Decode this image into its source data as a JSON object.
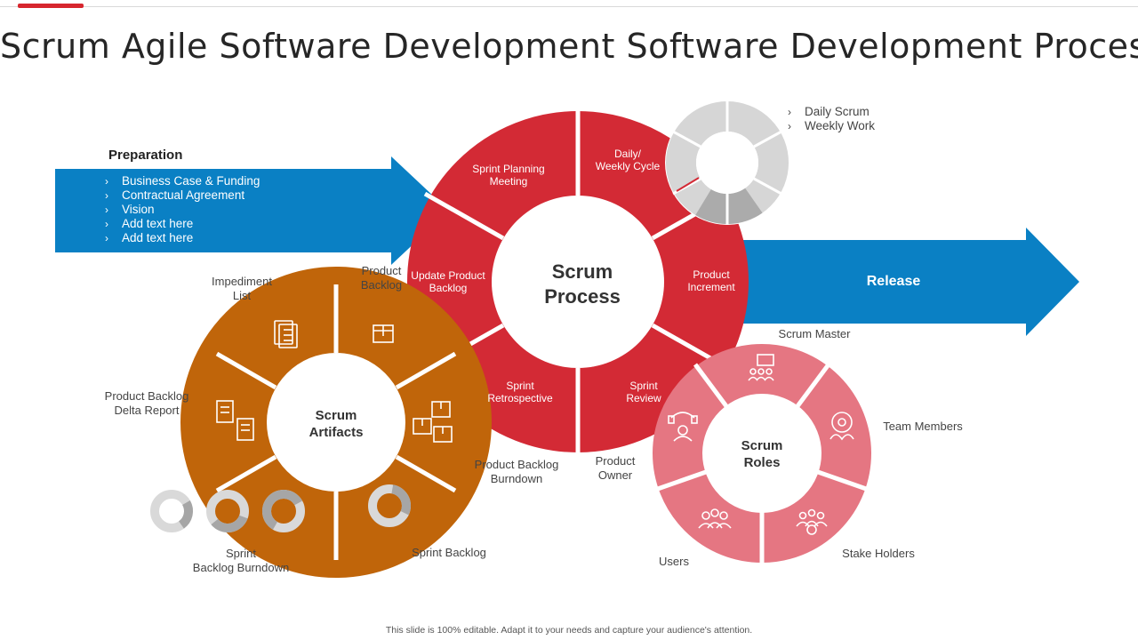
{
  "title": "Scrum Agile Software Development Software Development Process",
  "preparation": {
    "title": "Preparation",
    "items": [
      "Business Case & Funding",
      "Contractual Agreement",
      "Vision",
      "Add text here",
      "Add text here"
    ]
  },
  "release": "Release",
  "daily_list": [
    "Daily Scrum",
    "Weekly Work"
  ],
  "process": {
    "center_line1": "Scrum",
    "center_line2": "Process",
    "segments": {
      "planning_1": "Sprint Planning",
      "planning_2": "Meeting",
      "daily_1": "Daily/",
      "daily_2": "Weekly Cycle",
      "increment_1": "Product",
      "increment_2": "Increment",
      "review_1": "Sprint",
      "review_2": "Review",
      "retro_1": "Sprint",
      "retro_2": "Retrospective",
      "update_1": "Update Product",
      "update_2": "Backlog"
    }
  },
  "artifacts": {
    "center_line1": "Scrum",
    "center_line2": "Artifacts",
    "impediment_1": "Impediment",
    "impediment_2": "List",
    "product_backlog_1": "Product",
    "product_backlog_2": "Backlog",
    "delta_1": "Product Backlog",
    "delta_2": "Delta Report",
    "burndown_1": "Product Backlog",
    "burndown_2": "Burndown",
    "sprint_backlog": "Sprint Backlog",
    "sprint_burndown_1": "Sprint",
    "sprint_burndown_2": "Backlog Burndown"
  },
  "roles": {
    "center_line1": "Scrum",
    "center_line2": "Roles",
    "scrum_master": "Scrum Master",
    "team_members": "Team Members",
    "stake_holders": "Stake Holders",
    "users": "Users",
    "product_owner_1": "Product",
    "product_owner_2": "Owner"
  },
  "footer": "This slide is 100% editable. Adapt it to your needs and capture your audience's attention.",
  "colors": {
    "title_accent": "#d7262e",
    "process_red": "#d32a35",
    "artifacts_orange": "#c0650a",
    "roles_pink": "#e57682",
    "arrow_blue": "#0a80c4",
    "gauge_gray": "#d6d6d6"
  },
  "icons": [
    "checklist-icon",
    "box-icon",
    "documents-icon",
    "boxes-icon",
    "gauge-icon",
    "team-board-icon",
    "gear-team-icon",
    "phone-support-icon",
    "group-icon",
    "stakeholder-money-icon"
  ]
}
